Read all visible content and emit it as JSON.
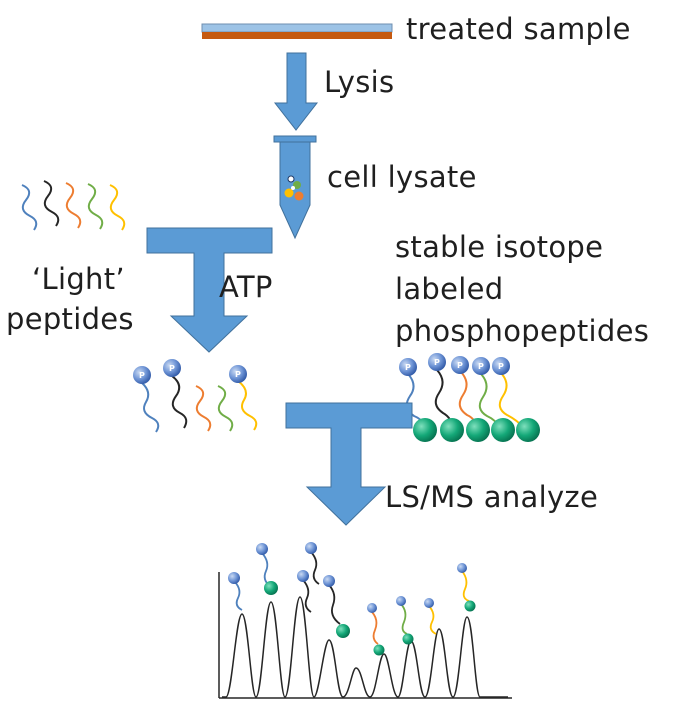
{
  "labels": {
    "treated_sample": "treated sample",
    "lysis": "Lysis",
    "cell_lysate": "cell lysate",
    "light_line1": "‘Light’",
    "light_line2": "peptides",
    "atp": "ATP",
    "isotope_line1": "stable isotope",
    "isotope_line2": "labeled",
    "isotope_line3": "phosphopeptides",
    "analyze": "LS/MS analyze"
  },
  "phospho_symbol": "P",
  "colors": {
    "arrow": "#5b9bd5",
    "arrow_edge": "#41719c",
    "sample_top": "#9dc3e6",
    "sample_bottom": "#c55a11",
    "phospho_ball": "#4a74c4",
    "heavy_ball": "#0e9e72",
    "peptide_blue": "#4f81bd",
    "peptide_black": "#262626",
    "peptide_orange": "#ed7d31",
    "peptide_green": "#70ad47",
    "peptide_yellow": "#ffc000"
  }
}
